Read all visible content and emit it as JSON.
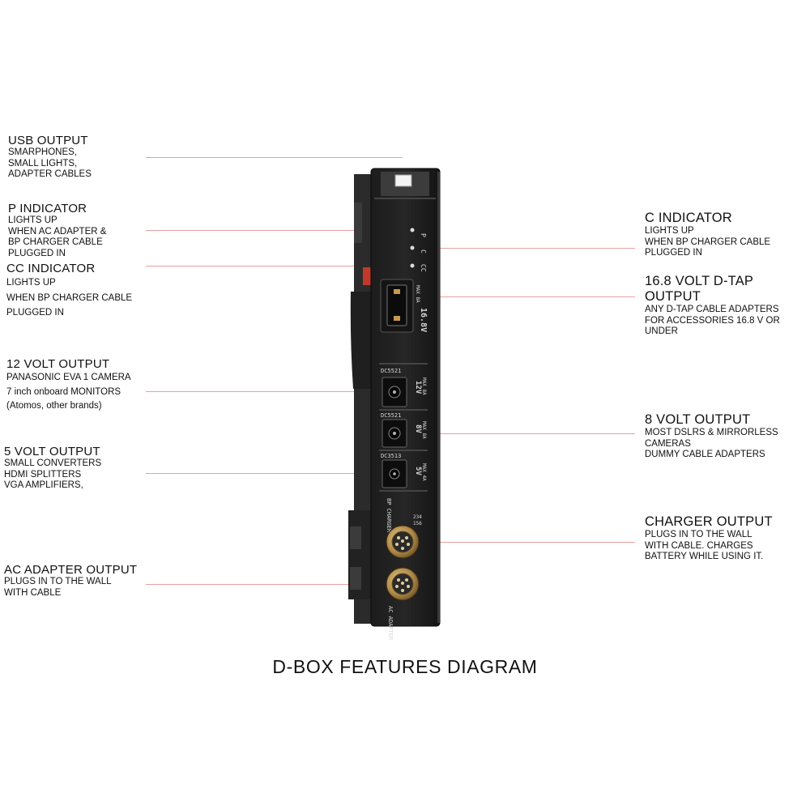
{
  "left_callouts": [
    {
      "title": "USB OUTPUT",
      "lines": [
        "SMARPHONES,",
        "SMALL LIGHTS,",
        "ADAPTER CABLES"
      ]
    },
    {
      "title": "P INDICATOR",
      "lines": [
        "LIGHTS UP",
        "WHEN AC ADAPTER  &",
        "BP CHARGER CABLE",
        "PLUGGED IN"
      ]
    },
    {
      "title": "CC INDICATOR",
      "lines": [
        "LIGHTS UP",
        "WHEN BP CHARGER CABLE",
        "PLUGGED IN"
      ]
    },
    {
      "title": "12 VOLT OUTPUT",
      "lines": [
        "PANASONIC EVA 1 CAMERA",
        "7 inch onboard MONITORS",
        "(Atomos, other brands)"
      ]
    },
    {
      "title": "5 VOLT OUTPUT",
      "lines": [
        "SMALL CONVERTERS",
        "HDMI SPLITTERS",
        "VGA AMPLIFIERS,"
      ]
    },
    {
      "title": "AC ADAPTER OUTPUT",
      "lines": [
        "PLUGS IN TO THE WALL",
        "WITH CABLE"
      ]
    }
  ],
  "right_callouts": [
    {
      "title": "C INDICATOR",
      "lines": [
        "LIGHTS UP",
        "WHEN BP CHARGER CABLE",
        "PLUGGED IN"
      ]
    },
    {
      "title": "16.8 VOLT D-TAP OUTPUT",
      "lines": [
        "ANY D-TAP CABLE ADAPTERS",
        "FOR ACCESSORIES 16.8 V OR",
        "UNDER"
      ]
    },
    {
      "title": "8 VOLT OUTPUT",
      "lines": [
        "MOST DSLRS & MIRRORLESS",
        "CAMERAS",
        "DUMMY CABLE ADAPTERS"
      ]
    },
    {
      "title": "CHARGER OUTPUT",
      "lines": [
        "PLUGS IN TO THE WALL",
        "WITH CABLE. CHARGES",
        "BATTERY WHILE USING IT."
      ]
    }
  ],
  "device_labels": {
    "led_p": "P",
    "led_c": "C",
    "led_cc": "CC",
    "dtap_rating": "16.8V",
    "dtap_max": "MAX 8A",
    "port_12v_type": "DC5521",
    "port_12v_rating": "12V",
    "port_12v_max": "MAX 8A",
    "port_8v_type": "DC5521",
    "port_8v_rating": "8V",
    "port_8v_max": "MAX 8A",
    "port_5v_type": "DC3513",
    "port_5v_rating": "5V",
    "port_5v_max": "MAX 4A",
    "bp_charger": "BP CHARGER",
    "ac_adapter": "AC ADAPTER",
    "pin_legend_1": "234",
    "pin_legend_2": "156"
  },
  "caption": "D-BOX FEATURES DIAGRAM"
}
